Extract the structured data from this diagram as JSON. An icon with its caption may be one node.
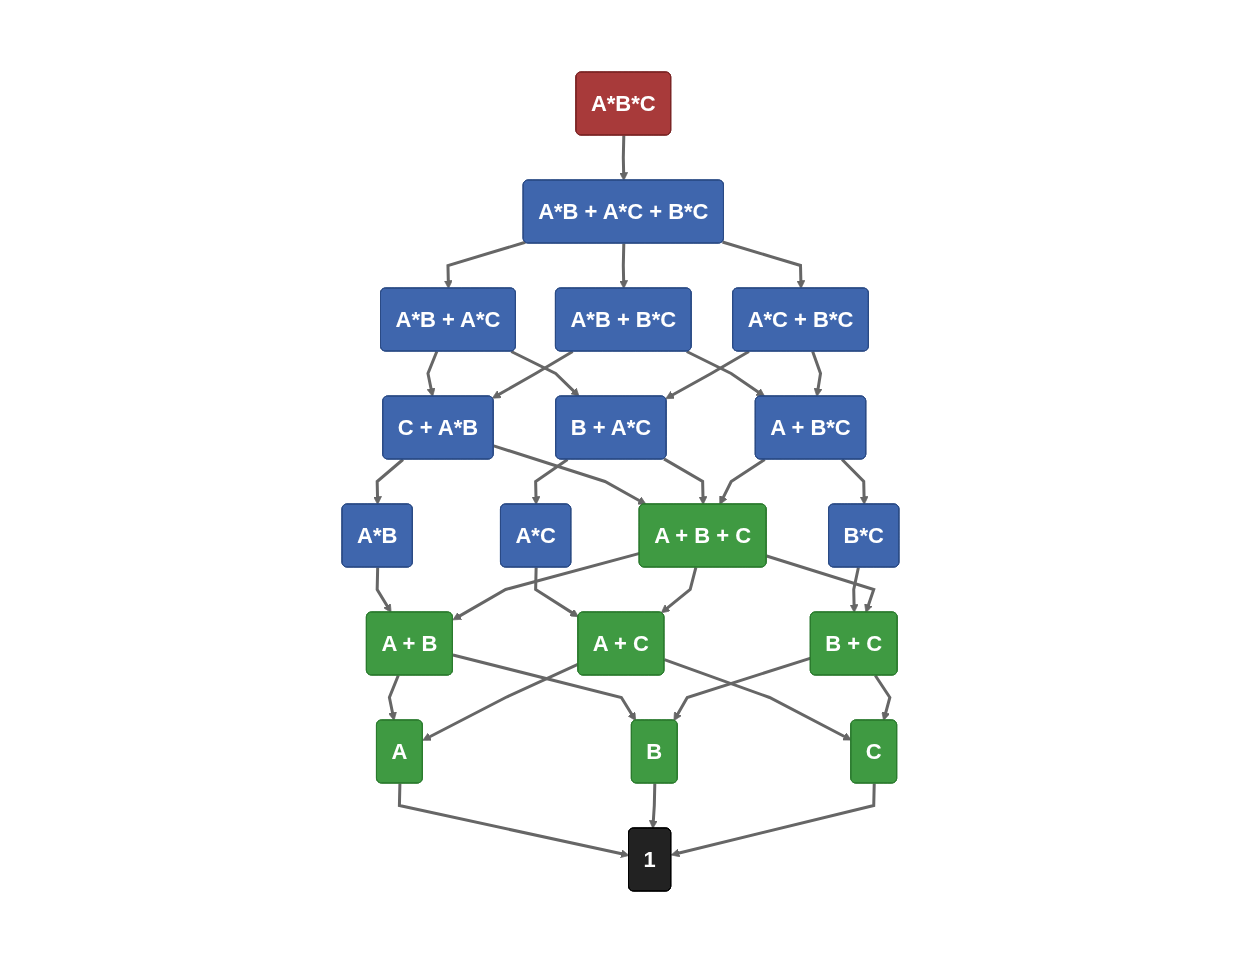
{
  "diagram": {
    "nodes": [
      {
        "text": [
          "A*B*C"
        ]
      },
      {
        "text": [
          "A*B + A*C + B*C"
        ]
      },
      {
        "text": [
          "A*B + A*C"
        ]
      },
      {
        "text": [
          "A*B + B*C"
        ]
      },
      {
        "text": [
          "A*C + B*C"
        ]
      },
      {
        "text": [
          "C + A*B"
        ]
      },
      {
        "text": [
          "B + A*C"
        ]
      },
      {
        "text": [
          "A + B*C"
        ]
      },
      {
        "text": [
          "A*B"
        ]
      },
      {
        "text": [
          "A*C"
        ]
      },
      {
        "text": [
          "B*C"
        ]
      },
      {
        "text": [
          "A + B + C"
        ]
      },
      {
        "text": [
          "A + B"
        ]
      },
      {
        "text": [
          "A + C"
        ]
      },
      {
        "text": [
          "B + C"
        ]
      },
      {
        "text": [
          "A"
        ]
      },
      {
        "text": [
          "B"
        ]
      },
      {
        "text": [
          "C"
        ]
      },
      {
        "text": [
          "1"
        ]
      }
    ],
    "edges": [
      {
        "from": 0,
        "to": 1,
        "arrow": "to"
      },
      {
        "from": 1,
        "to": 2,
        "arrow": "to"
      },
      {
        "from": 1,
        "to": 3,
        "arrow": "to"
      },
      {
        "from": 1,
        "to": 4,
        "arrow": "to"
      },
      {
        "from": 2,
        "to": 5,
        "arrow": "to"
      },
      {
        "from": 2,
        "to": 6,
        "arrow": "to"
      },
      {
        "from": 3,
        "to": 5,
        "arrow": "to"
      },
      {
        "from": 3,
        "to": 7,
        "arrow": "to"
      },
      {
        "from": 4,
        "to": 6,
        "arrow": "to"
      },
      {
        "from": 4,
        "to": 7,
        "arrow": "to"
      },
      {
        "from": 5,
        "to": 8,
        "arrow": "to"
      },
      {
        "from": 6,
        "to": 9,
        "arrow": "to"
      },
      {
        "from": 7,
        "to": 10,
        "arrow": "to"
      },
      {
        "from": 5,
        "to": 11,
        "arrow": "to"
      },
      {
        "from": 6,
        "to": 11,
        "arrow": "to"
      },
      {
        "from": 7,
        "to": 11,
        "arrow": "to"
      },
      {
        "from": 8,
        "to": 12,
        "arrow": "to"
      },
      {
        "from": 9,
        "to": 13,
        "arrow": "to"
      },
      {
        "from": 10,
        "to": 14,
        "arrow": "to"
      },
      {
        "from": 11,
        "to": 12,
        "arrow": "to"
      },
      {
        "from": 11,
        "to": 13,
        "arrow": "to"
      },
      {
        "from": 11,
        "to": 14,
        "arrow": "to"
      },
      {
        "from": 12,
        "to": 15,
        "arrow": "to"
      },
      {
        "from": 12,
        "to": 16,
        "arrow": "to"
      },
      {
        "from": 13,
        "to": 15,
        "arrow": "to"
      },
      {
        "from": 13,
        "to": 17,
        "arrow": "to"
      },
      {
        "from": 14,
        "to": 16,
        "arrow": "to"
      },
      {
        "from": 14,
        "to": 17,
        "arrow": "to"
      },
      {
        "from": 15,
        "to": 18,
        "arrow": "to"
      },
      {
        "from": 16,
        "to": 18,
        "arrow": "to"
      },
      {
        "from": 17,
        "to": 18,
        "arrow": "to"
      }
    ]
  }
}
